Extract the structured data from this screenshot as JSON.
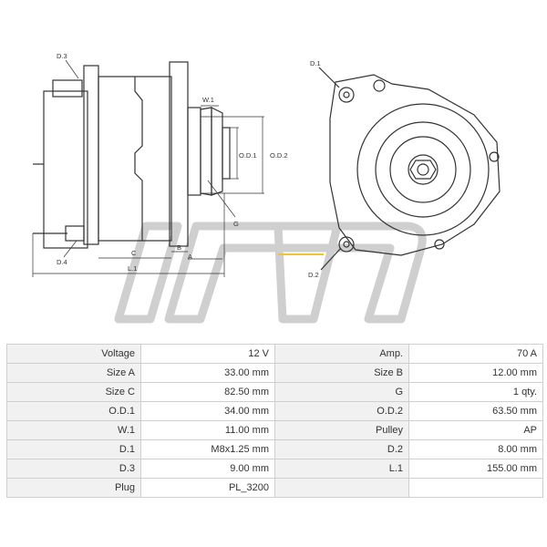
{
  "drawing": {
    "labels": {
      "d3": "D.3",
      "d4": "D.4",
      "w1": "W.1",
      "od1": "O.D.1",
      "od2": "O.D.2",
      "g": "G",
      "c": "C",
      "b": "B",
      "a": "A",
      "l1": "L.1",
      "d1": "D.1",
      "d2": "D.2"
    }
  },
  "specs": {
    "rows": [
      [
        {
          "label": "Voltage",
          "value": "12 V"
        },
        {
          "label": "Amp.",
          "value": "70 A"
        }
      ],
      [
        {
          "label": "Size A",
          "value": "33.00 mm"
        },
        {
          "label": "Size B",
          "value": "12.00 mm"
        }
      ],
      [
        {
          "label": "Size C",
          "value": "82.50 mm"
        },
        {
          "label": "G",
          "value": "1 qty."
        }
      ],
      [
        {
          "label": "O.D.1",
          "value": "34.00 mm"
        },
        {
          "label": "O.D.2",
          "value": "63.50 mm"
        }
      ],
      [
        {
          "label": "W.1",
          "value": "11.00 mm"
        },
        {
          "label": "Pulley",
          "value": "AP"
        }
      ],
      [
        {
          "label": "D.1",
          "value": "M8x1.25 mm"
        },
        {
          "label": "D.2",
          "value": "8.00 mm"
        }
      ],
      [
        {
          "label": "D.3",
          "value": "9.00 mm"
        },
        {
          "label": "L.1",
          "value": "155.00 mm"
        }
      ],
      [
        {
          "label": "Plug",
          "value": "PL_3200"
        },
        {
          "label": "",
          "value": ""
        }
      ]
    ]
  },
  "colors": {
    "line": "#333333",
    "watermark": "#cccccc",
    "accent": "#f2c230"
  }
}
